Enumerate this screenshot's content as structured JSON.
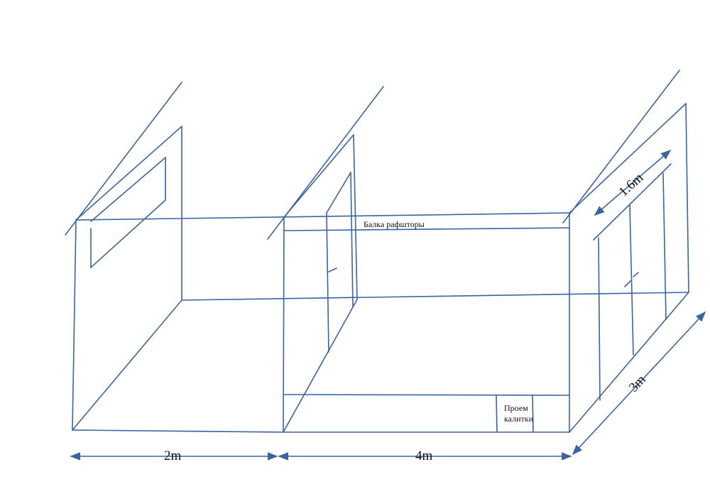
{
  "diagram": {
    "title": "",
    "stroke_color": "#3a64a0",
    "background": "#ffffff",
    "labels": {
      "beam": "Балка рафшторы",
      "gate_opening_line1": "Проем",
      "gate_opening_line2": "калитки"
    },
    "dimensions": {
      "left_width": "2m",
      "right_width": "4m",
      "depth": "3m",
      "slope_length": "1.6m"
    }
  }
}
